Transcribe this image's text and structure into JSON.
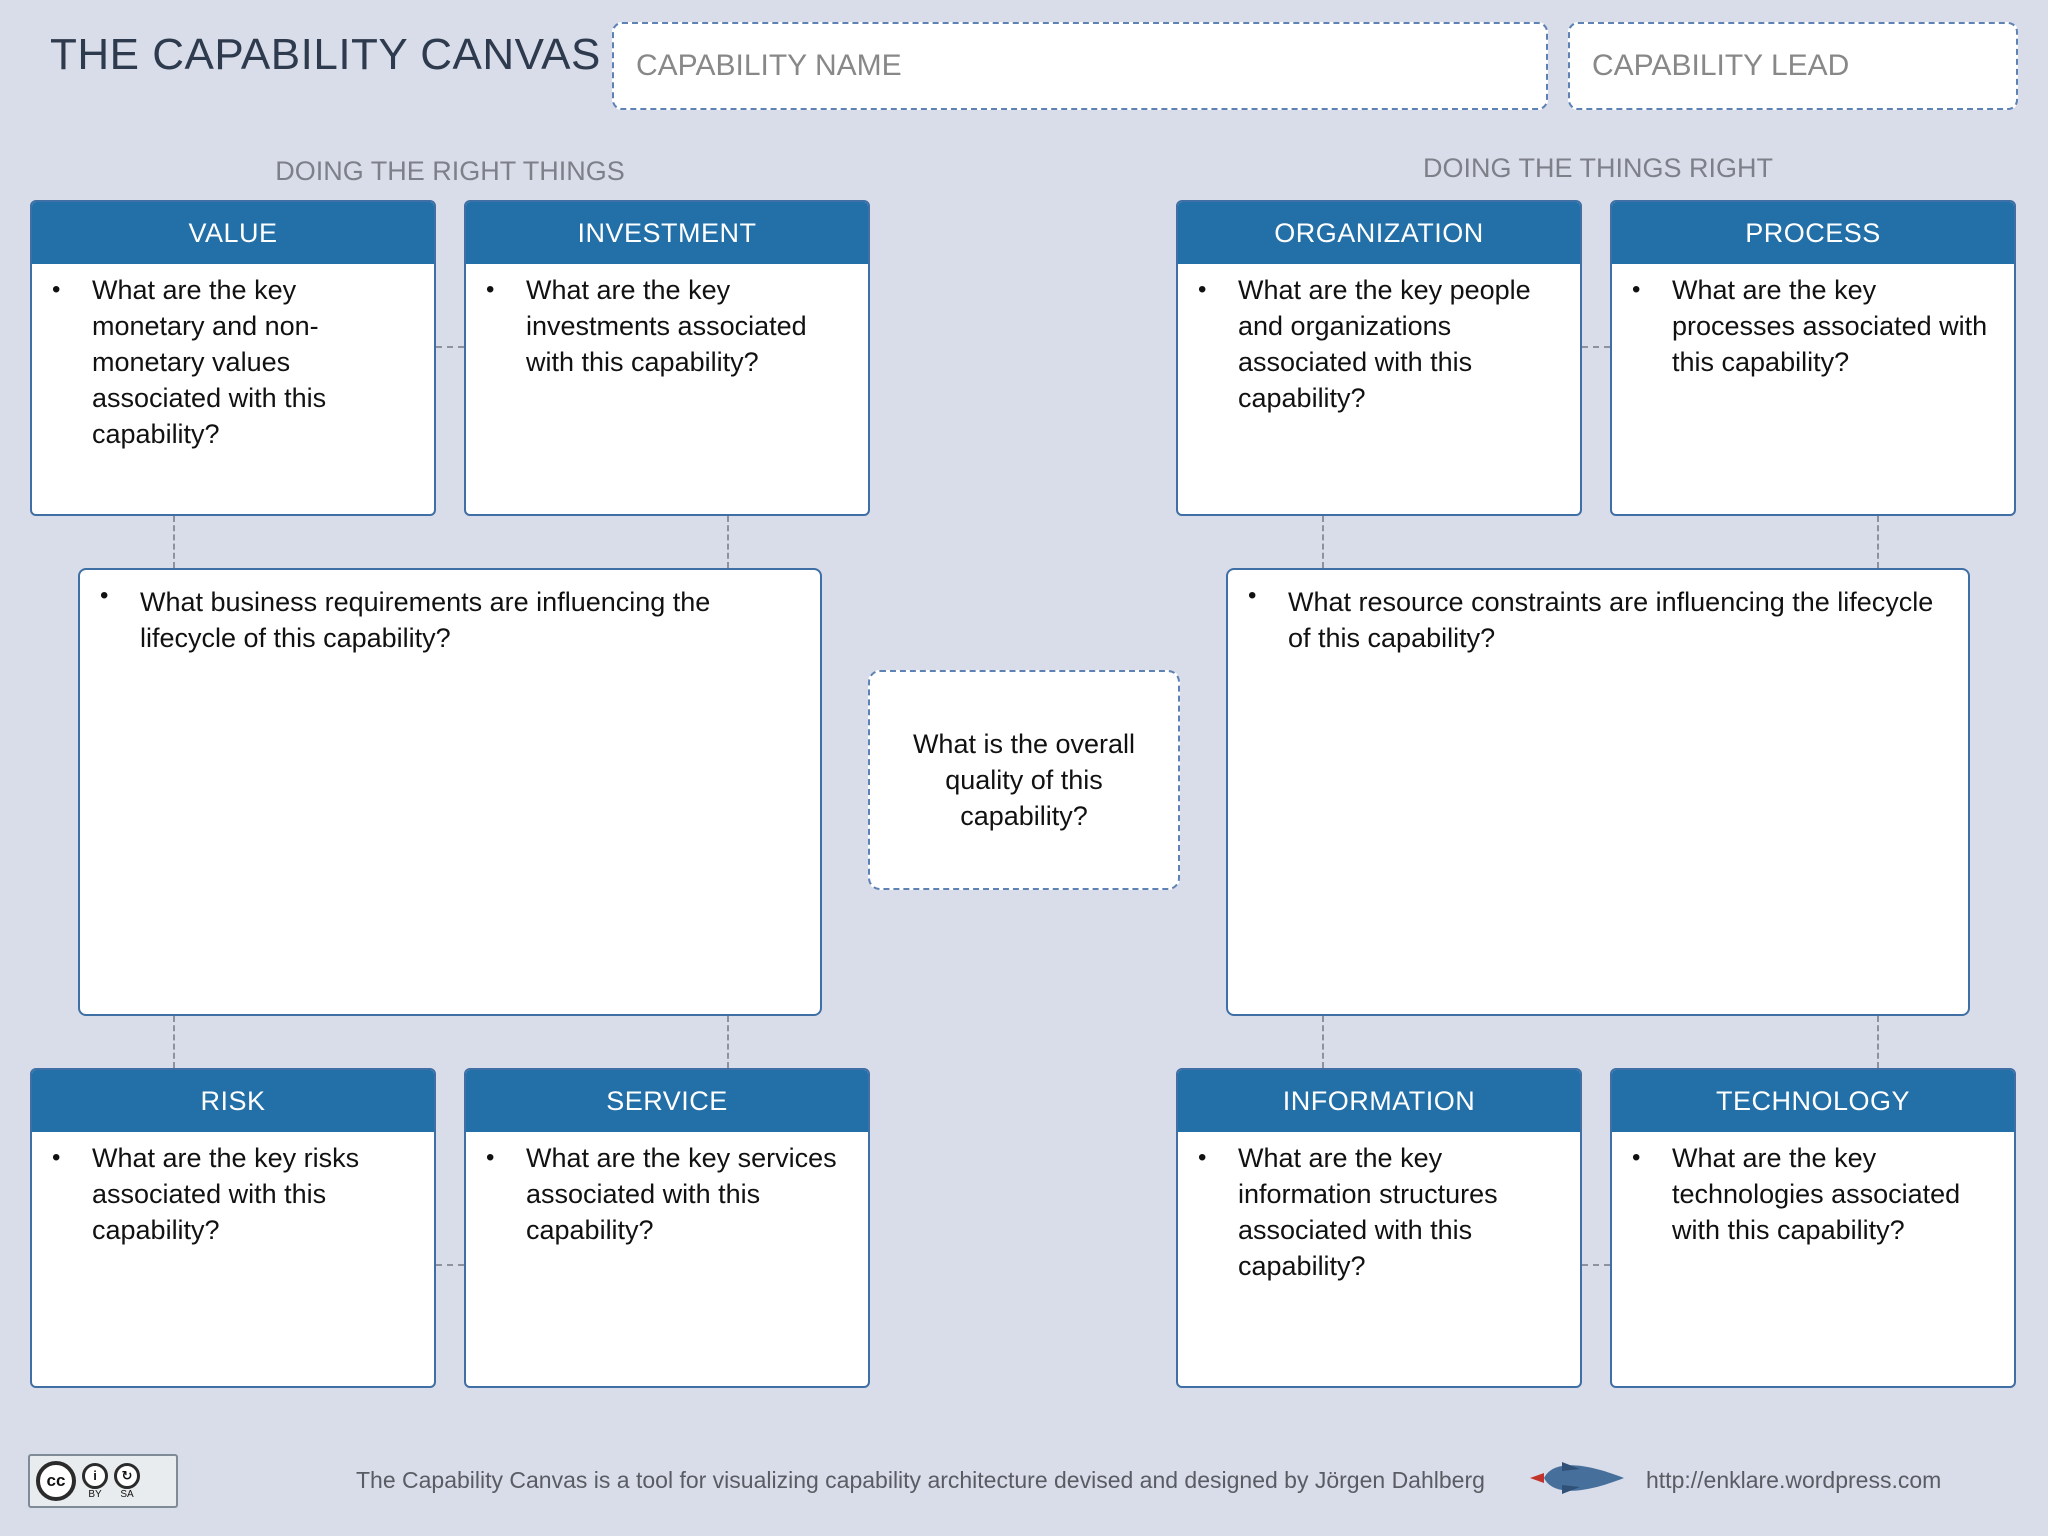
{
  "header": {
    "title": "THE CAPABILITY CANVAS",
    "capability_name_placeholder": "CAPABILITY NAME",
    "capability_lead_placeholder": "CAPABILITY LEAD"
  },
  "sections": {
    "left_label": "DOING THE RIGHT THINGS",
    "right_label": "DOING THE THINGS RIGHT"
  },
  "cards": {
    "value": {
      "title": "VALUE",
      "question": "What are the key monetary and non-monetary values associated with this capability?"
    },
    "investment": {
      "title": "INVESTMENT",
      "question": "What are the key investments associated with this capability?"
    },
    "organization": {
      "title": "ORGANIZATION",
      "question": "What are the key people and organizations associated with this capability?"
    },
    "process": {
      "title": "PROCESS",
      "question": "What are the key processes associated with this capability?"
    },
    "risk": {
      "title": "RISK",
      "question": "What are the key risks associated with this capability?"
    },
    "service": {
      "title": "SERVICE",
      "question": "What are the key services associated with this capability?"
    },
    "information": {
      "title": "INFORMATION",
      "question": "What are the key information structures associated with this capability?"
    },
    "technology": {
      "title": "TECHNOLOGY",
      "question": "What are the key technologies associated with  this capability?"
    }
  },
  "center": {
    "business_requirements": "What business requirements are influencing the lifecycle of this capability?",
    "resource_constraints": "What resource constraints are influencing the lifecycle of this capability?",
    "quality": "What is the overall quality of this capability?"
  },
  "footer": {
    "license_label_by": "BY",
    "license_label_sa": "SA",
    "credit": "The Capability Canvas is a tool for visualizing capability architecture devised and designed by Jörgen Dahlberg",
    "url": "http://enklare.wordpress.com"
  }
}
